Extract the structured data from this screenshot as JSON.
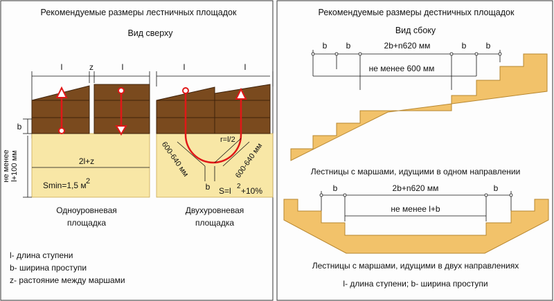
{
  "left": {
    "title": "Рекомендуемые размеры лестничных площадок",
    "subtitle": "Вид сверху",
    "dims": {
      "l1": "l",
      "z": "z",
      "l2": "l",
      "l3": "l",
      "l4": "l",
      "b": "b"
    },
    "width_label": "2l+z",
    "area_label": "Smin=1,5 м",
    "area_sup": "2",
    "vertical_label": [
      "не менее",
      "l+100 мм"
    ],
    "arc_label_1": "600-640 мм",
    "arc_label_2": "600-640 мм",
    "radius_label": "r=l/2",
    "b_bottom": "b",
    "area2_label_a": "S=l",
    "area2_sup": "2",
    "area2_label_b": "+10%",
    "caption_1": [
      "Одноуровневая",
      "площадка"
    ],
    "caption_2": [
      "Двухуровневая",
      "площадка"
    ],
    "legend": [
      "l- длина ступени",
      "b- ширина проступи",
      "z- растояние между маршами"
    ]
  },
  "right": {
    "title": "Рекомендуемые размеры дестничных площадок",
    "subtitle": "Вид сбоку",
    "top_dims": {
      "b1": "b",
      "b2": "b",
      "mid": "2b+n620 мм",
      "b3": "b",
      "b4": "b"
    },
    "top_min": "не менее 600 мм",
    "caption_top": "Лестницы с маршами, идущими в одном направлении",
    "bottom_dims": {
      "b1": "b",
      "mid": "2b+n620 мм",
      "b2": "b"
    },
    "bottom_min": "не менее l+b",
    "caption_bottom": "Лестницы с маршами, идущими в двух направлениях",
    "footer": "l- длина ступени; b- ширина проступи"
  },
  "colors": {
    "step_dark": "#7a4a1e",
    "step_line": "#3e220b",
    "landing": "#f8e7a6",
    "stair_side": "#f2c26a",
    "arrow": "#e01818",
    "panel_bg": "#fdfdfd",
    "border": "#333333"
  }
}
